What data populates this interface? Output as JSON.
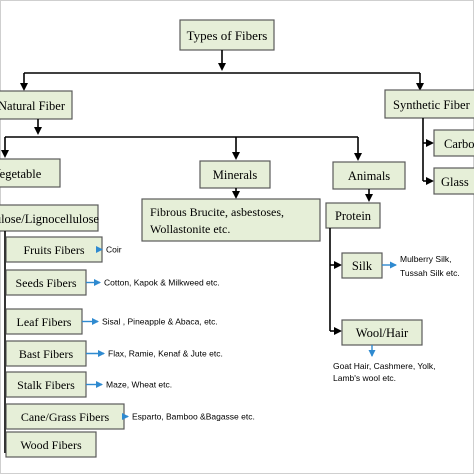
{
  "root": {
    "label": "Types of Fibers"
  },
  "natural": {
    "label": "Natural Fiber"
  },
  "synthetic": {
    "label": "Synthetic Fiber",
    "children": [
      "Carbon",
      "Glass"
    ]
  },
  "vegetable": {
    "label": "Vegetable",
    "sub_label": "Cellulose/Lignocellulose"
  },
  "minerals": {
    "label": "Minerals",
    "detail": [
      "Fibrous Brucite, asbestoses,",
      "Wollastonite etc."
    ]
  },
  "animals": {
    "label": "Animals",
    "protein": "Protein"
  },
  "plant_fibers": [
    {
      "label": "Fruits Fibers",
      "example": "Coir"
    },
    {
      "label": "Seeds Fibers",
      "example": "Cotton, Kapok & Milkweed etc."
    },
    {
      "label": "Leaf Fibers",
      "example": "Sisal , Pineapple & Abaca, etc."
    },
    {
      "label": "Bast Fibers",
      "example": "Flax, Ramie, Kenaf & Jute etc."
    },
    {
      "label": "Stalk Fibers",
      "example": "Maze, Wheat etc."
    },
    {
      "label": "Cane/Grass Fibers",
      "example": "Esparto, Bamboo &Bagasse etc."
    },
    {
      "label": "Wood Fibers",
      "example": ""
    }
  ],
  "silk": {
    "label": "Silk",
    "example": [
      "Mulberry Silk,",
      "Tussah Silk etc."
    ]
  },
  "wool": {
    "label": "Wool/Hair",
    "example": [
      "Goat Hair, Cashmere, Yolk,",
      "Lamb's wool etc."
    ]
  },
  "colors": {
    "box_fill": "#e6efd8",
    "arrow_blue": "#2f8ad0",
    "line": "#000000"
  }
}
